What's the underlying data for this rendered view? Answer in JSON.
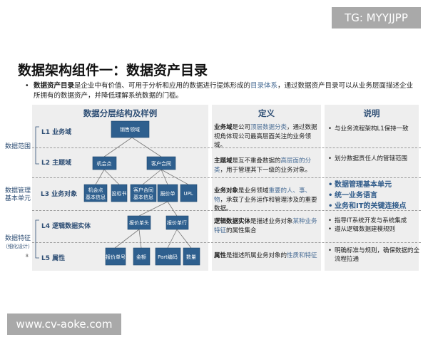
{
  "watermarks": {
    "top": "TG: MYYJJPP",
    "bottom": "www.cv-aoke.com"
  },
  "title": "数据架构组件一：数据资产目录",
  "intro": {
    "bullet": "•",
    "term": "数据资产目录",
    "pre": "是企业中有价值、可用于分析和应用的数据进行提炼形成的",
    "highlight": "目录体系",
    "post": "，通过数据资产目录可以从业务层面描述企业所拥有的数据资产，并降低理解系统数据的门槛。"
  },
  "panels": {
    "left_title": "数据分层结构及样例",
    "mid_title": "定义",
    "right_title": "说明"
  },
  "side_labels": {
    "scope": "数据范围",
    "unit_1": "数据管理",
    "unit_2": "基本单元",
    "feature_1": "数据特征",
    "feature_2": "（细化设计）"
  },
  "levels": [
    "L1 业务域",
    "L2 主题域",
    "L3 业务对象",
    "L4 逻辑数据实体",
    "L5 属性"
  ],
  "nodes": {
    "sales": "销售领域",
    "opportunity": "机会点",
    "contract": "客户合同",
    "opp_info_1": "机会点",
    "opp_info_2": "基本信息",
    "bid": "投标书",
    "contract_info_1": "客户合同",
    "contract_info_2": "基本信息",
    "quote": "报价单",
    "upl": "UPL",
    "quote_head": "报价单头",
    "quote_line": "报价单行",
    "quote_no": "报价单号",
    "amount": "金额",
    "part_code": "Part编码",
    "quantity": "数量"
  },
  "definitions": [
    {
      "term": "业务域",
      "pre": "是公司",
      "highlight": "顶层数据分类",
      "post": "，通过数据视角体现公司最高层面关注的业务领域。"
    },
    {
      "term": "主题域",
      "pre": "是互不重叠数据的",
      "highlight": "高层面的分类",
      "post": "，用于管理其下一级的业务对象。"
    },
    {
      "term": "业务对象",
      "pre": "是业务领域",
      "highlight": "重要的人、事、物",
      "post": "，承载了业务运作和管理涉及的重要数据。"
    },
    {
      "term": "逻辑数据实体",
      "pre": "是描述业务对象",
      "highlight": "某种业务特征",
      "post": "的属性集合"
    },
    {
      "term": "属性",
      "pre": "是描述所属业务对象的",
      "highlight": "性质和特征",
      "post": ""
    }
  ],
  "notes": [
    [
      "与业务流程架构L1保持一致"
    ],
    [
      "划分数据责任人的管辖范围"
    ],
    [
      "数据管理基本单元",
      "统一业务语言",
      "业务和IT的关键连接点"
    ],
    [
      "指导IT系统开发与系统集成",
      "遵从逻辑数据建模规则"
    ],
    [
      "明确标准与规则，确保数据的全流程拉通"
    ]
  ],
  "page_number": "8",
  "colors": {
    "node": "#2e5f8e",
    "highlight": "#4a6e96",
    "panel": "#eeeeee"
  }
}
